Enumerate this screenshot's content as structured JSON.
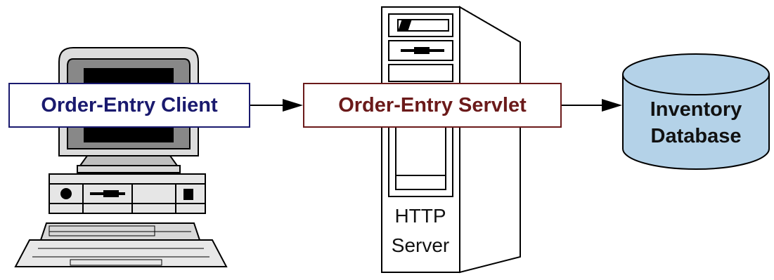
{
  "nodes": {
    "client": {
      "label": "Order-Entry Client",
      "text_color": "#1a1a6e",
      "icon": "desktop-computer-icon"
    },
    "servlet": {
      "label": "Order-Entry Servlet",
      "text_color": "#6b1a1a"
    },
    "server": {
      "caption_line1": "HTTP",
      "caption_line2": "Server",
      "icon": "tower-server-icon"
    },
    "database": {
      "line1": "Inventory",
      "line2": "Database",
      "fill_color": "#b4d2e8",
      "icon": "database-cylinder-icon"
    }
  },
  "connections": [
    {
      "from": "client",
      "to": "servlet"
    },
    {
      "from": "servlet",
      "to": "database"
    }
  ]
}
